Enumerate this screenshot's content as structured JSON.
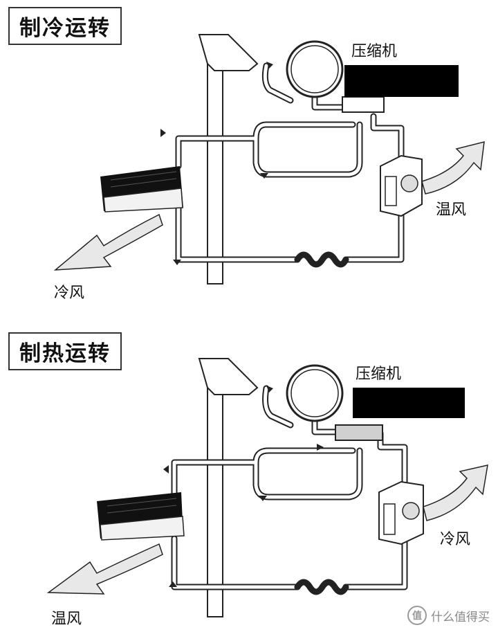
{
  "cooling": {
    "title": "制冷运转",
    "compressor_label": "压缩机",
    "indoor_air_label": "冷风",
    "outdoor_air_label": "温风"
  },
  "heating": {
    "title": "制热运转",
    "compressor_label": "压缩机",
    "indoor_air_label": "温风",
    "outdoor_air_label": "冷风"
  },
  "watermark": {
    "logo_glyph": "值",
    "text": "什么值得买"
  },
  "colors": {
    "line": "#222222",
    "arrow_fill": "#e8e8e8",
    "redaction": "#000000"
  }
}
